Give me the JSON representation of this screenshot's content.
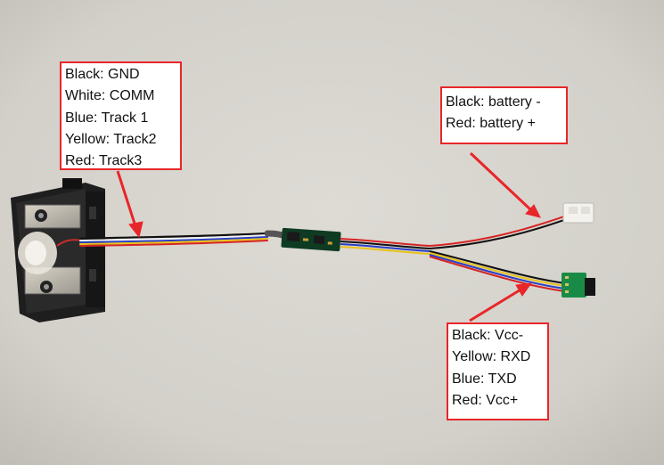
{
  "photo": {
    "subject": "magnetic stripe card reader head with wiring harness, battery connector and UART connector",
    "background_color": "#d6d3cd",
    "annotation_color": "#e8262a"
  },
  "callouts": {
    "reader_head": {
      "lines": [
        "Black: GND",
        "White: COMM",
        "Blue: Track 1",
        "Yellow: Track2",
        "Red: Track3"
      ]
    },
    "battery": {
      "lines": [
        "Black: battery -",
        "Red: battery +"
      ]
    },
    "uart": {
      "lines": [
        "Black: Vcc-",
        "Yellow: RXD",
        "Blue: TXD",
        "Red: Vcc+"
      ]
    }
  }
}
